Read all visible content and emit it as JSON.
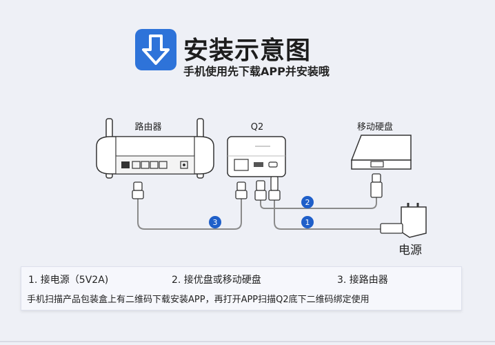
{
  "header": {
    "icon": "download-arrow-icon",
    "title": "安装示意图",
    "subtitle": "手机使用先下载APP并安装哦"
  },
  "diagram": {
    "router_label": "路由器",
    "q2_label": "Q2",
    "hdd_label": "移动硬盘",
    "power_label": "电源",
    "badge_1": "1",
    "badge_2": "2",
    "badge_3": "3"
  },
  "info": {
    "step1": "1. 接电源（5V2A)",
    "step2": "2. 接优盘或移动硬盘",
    "step3": "3. 接路由器",
    "note": "手机扫描产品包装盒上有二维码下载安装APP，再打开APP扫描Q2底下二维码绑定使用"
  },
  "colors": {
    "accent": "#2e73d9",
    "badge": "#1f5fc9",
    "cable": "#8a8a8a",
    "device_fill": "#ffffff",
    "device_stroke": "#333333"
  }
}
